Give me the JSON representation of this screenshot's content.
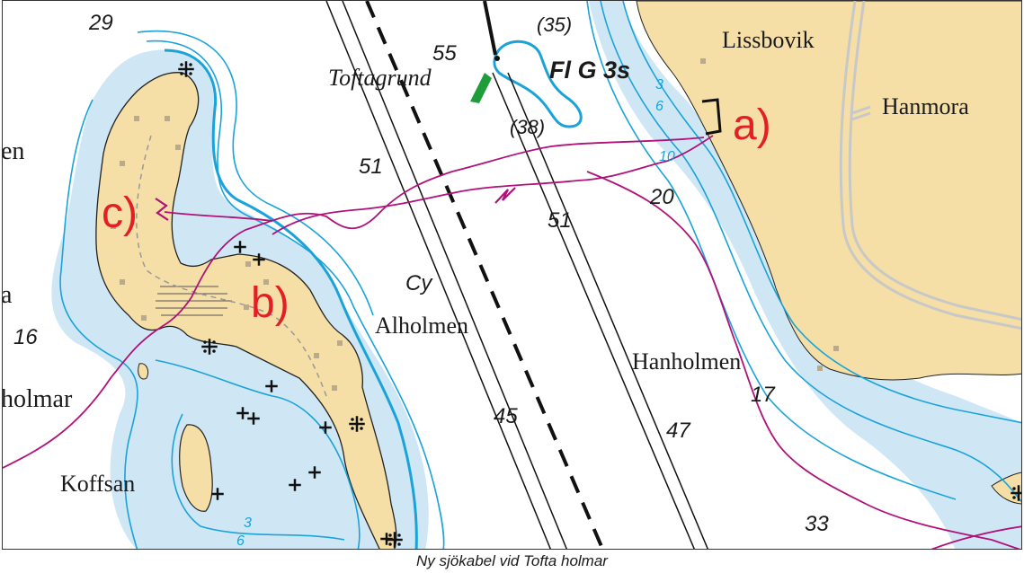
{
  "colors": {
    "land": "#f5dfa6",
    "shallow_water": "#cfe7f5",
    "deep_water": "#ffffff",
    "depth_contour": "#1aa3d9",
    "cable": "#b0127a",
    "marker": "#e31e24",
    "beacon": "#1e9e3a"
  },
  "places": {
    "lissbovik": "Lissbovik",
    "hanmora": "Hanmora",
    "toftagrund": "Toftagrund",
    "alholmen": "Alholmen",
    "hanholmen": "Hanholmen",
    "koffsan": "Koffsan",
    "holmar_partial": "holmar",
    "en_partial": "en",
    "a_partial": "a"
  },
  "light": "Fl G 3s",
  "bottom_quality": "Cy",
  "markers": {
    "a": "a)",
    "b": "b)",
    "c": "c)"
  },
  "soundings": {
    "s29": "29",
    "s55": "55",
    "s35": "(35)",
    "s38": "(38)",
    "s51a": "51",
    "s51b": "51",
    "s20": "20",
    "s16": "16",
    "s45": "45",
    "s47": "47",
    "s17": "17",
    "s33": "33"
  },
  "contours": {
    "c3a": "3",
    "c6a": "6",
    "c3b": "3",
    "c6b": "6",
    "c10": "10"
  },
  "icons": [
    "rock-icon",
    "obstruction-icon",
    "beacon-icon"
  ],
  "caption": "Ny sjökabel vid Tofta holmar"
}
